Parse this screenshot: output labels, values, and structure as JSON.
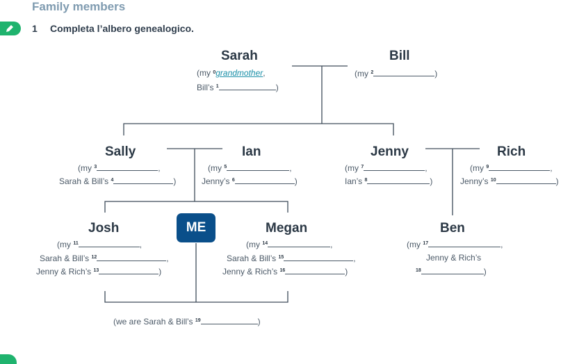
{
  "section_title": "Family members",
  "exercise": {
    "number": "1",
    "instruction": "Completa l’albero genealogico."
  },
  "people": {
    "sarah": {
      "name": "Sarah",
      "line1_pre": "(my ",
      "line1_num": "0",
      "line1_answer": "grandmother",
      "line1_post": ",",
      "line2_pre": "Bill’s ",
      "line2_num": "1",
      "line2_post": ")"
    },
    "bill": {
      "name": "Bill",
      "line1_pre": "(my ",
      "line1_num": "2",
      "line1_post": ")"
    },
    "sally": {
      "name": "Sally",
      "line1_pre": "(my ",
      "line1_num": "3",
      "line1_post": ",",
      "line2_pre": "Sarah & Bill’s ",
      "line2_num": "4",
      "line2_post": ")"
    },
    "ian": {
      "name": "Ian",
      "line1_pre": "(my ",
      "line1_num": "5",
      "line1_post": ",",
      "line2_pre": "Jenny’s ",
      "line2_num": "6",
      "line2_post": ")"
    },
    "jenny": {
      "name": "Jenny",
      "line1_pre": "(my ",
      "line1_num": "7",
      "line1_post": ",",
      "line2_pre": "Ian’s ",
      "line2_num": "8",
      "line2_post": ")"
    },
    "rich": {
      "name": "Rich",
      "line1_pre": "(my ",
      "line1_num": "9",
      "line1_post": ",",
      "line2_pre": "Jenny’s ",
      "line2_num": "10",
      "line2_post": ")"
    },
    "josh": {
      "name": "Josh",
      "line1_pre": "(my ",
      "line1_num": "11",
      "line1_post": ",",
      "line2_pre": "Sarah & Bill’s ",
      "line2_num": "12",
      "line2_post": ",",
      "line3_pre": "Jenny & Rich’s ",
      "line3_num": "13",
      "line3_post": ")"
    },
    "me": {
      "name": "ME"
    },
    "megan": {
      "name": "Megan",
      "line1_pre": "(my ",
      "line1_num": "14",
      "line1_post": ",",
      "line2_pre": "Sarah & Bill’s ",
      "line2_num": "15",
      "line2_post": ",",
      "line3_pre": "Jenny & Rich’s ",
      "line3_num": "16",
      "line3_post": ")"
    },
    "ben": {
      "name": "Ben",
      "line1_pre": "(my ",
      "line1_num": "17",
      "line1_post": ",",
      "line2_text": "Jenny & Rich’s",
      "line3_num": "18",
      "line3_post": ")"
    }
  },
  "footer": {
    "pre": "(we are Sarah & Bill’s ",
    "num": "19",
    "post": ")"
  },
  "colors": {
    "accent": "#1fb36e",
    "me_box": "#0a4f8a",
    "title": "#7f9bb0",
    "answer": "#1a8fa8"
  }
}
